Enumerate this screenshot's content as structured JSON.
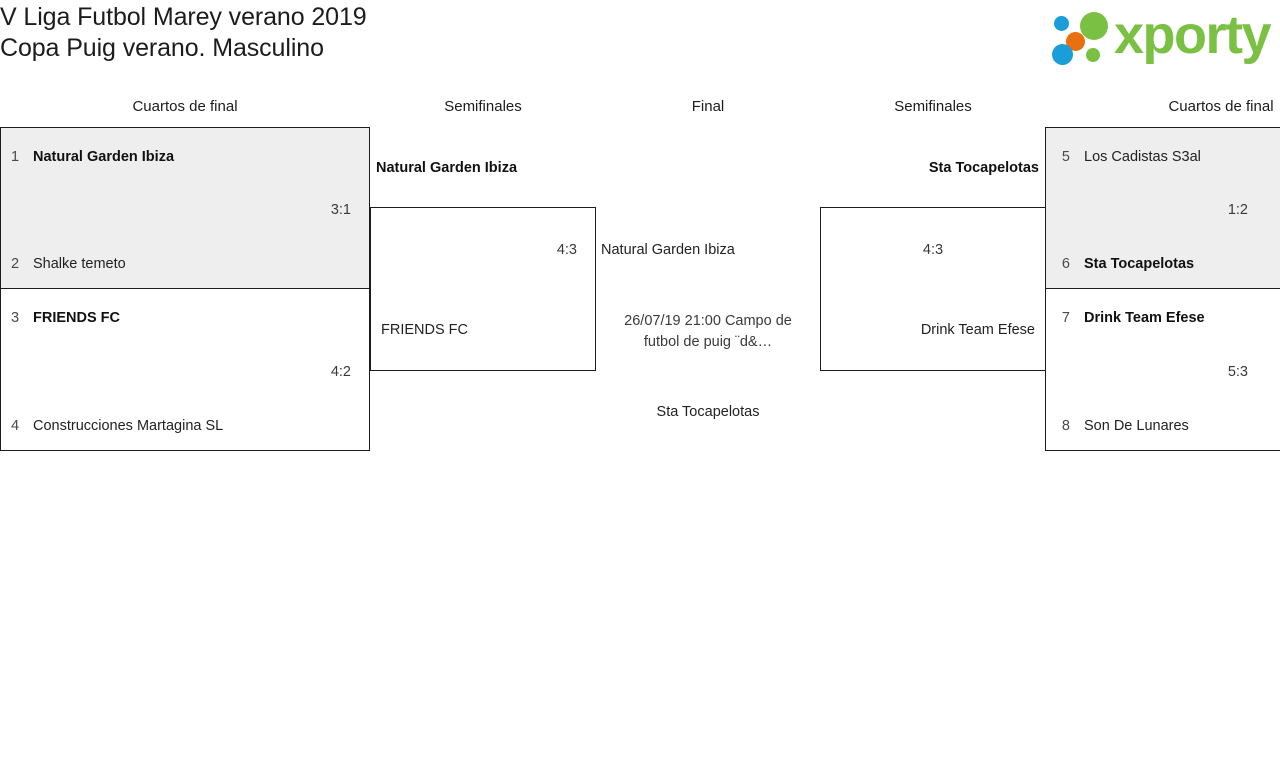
{
  "header": {
    "title_line1": "V Liga Futbol Marey verano 2019",
    "title_line2": "Copa Puig verano. Masculino",
    "logo": {
      "wordmark": "xporty",
      "colors": {
        "green": "#7ac143",
        "blue": "#1b9dd9",
        "orange": "#e8700f"
      }
    }
  },
  "round_headers": [
    {
      "label": "Cuartos de final",
      "side": "left"
    },
    {
      "label": "Semifinales",
      "side": "left"
    },
    {
      "label": "Final",
      "side": "center"
    },
    {
      "label": "Semifinales",
      "side": "right"
    },
    {
      "label": "Cuartos de final",
      "side": "right"
    }
  ],
  "bracket": {
    "left_quarterfinals": [
      {
        "shaded": true,
        "score": "3:1",
        "slots": [
          {
            "seed": "1",
            "team": "Natural Garden Ibiza",
            "winner": true
          },
          {
            "seed": "2",
            "team": "Shalke temeto",
            "winner": false
          }
        ]
      },
      {
        "shaded": false,
        "score": "4:2",
        "slots": [
          {
            "seed": "3",
            "team": "FRIENDS FC",
            "winner": true
          },
          {
            "seed": "4",
            "team": "Construcciones Martagina SL",
            "winner": false
          }
        ]
      }
    ],
    "right_quarterfinals": [
      {
        "shaded": true,
        "score": "1:2",
        "slots": [
          {
            "seed": "5",
            "team": "Los Cadistas S3al",
            "winner": false
          },
          {
            "seed": "6",
            "team": "Sta Tocapelotas",
            "winner": true
          }
        ]
      },
      {
        "shaded": false,
        "score": "5:3",
        "slots": [
          {
            "seed": "7",
            "team": "Drink Team Efese",
            "winner": true
          },
          {
            "seed": "8",
            "team": "Son De Lunares",
            "winner": false
          }
        ]
      }
    ],
    "left_semifinal": {
      "top_team": "Natural Garden Ibiza",
      "top_team_winner": true,
      "score": "4:3",
      "bottom_team": "FRIENDS FC",
      "bottom_team_winner": false
    },
    "right_semifinal": {
      "top_team": "Sta Tocapelotas",
      "top_team_winner": true,
      "score": "4:3",
      "bottom_team": "Drink Team Efese",
      "bottom_team_winner": false
    },
    "final": {
      "top_team": "Natural Garden Ibiza",
      "meta_line1": "26/07/19 21:00 Campo de",
      "meta_line2": "futbol de puig ¨d&…",
      "bottom_team": "Sta Tocapelotas"
    }
  }
}
